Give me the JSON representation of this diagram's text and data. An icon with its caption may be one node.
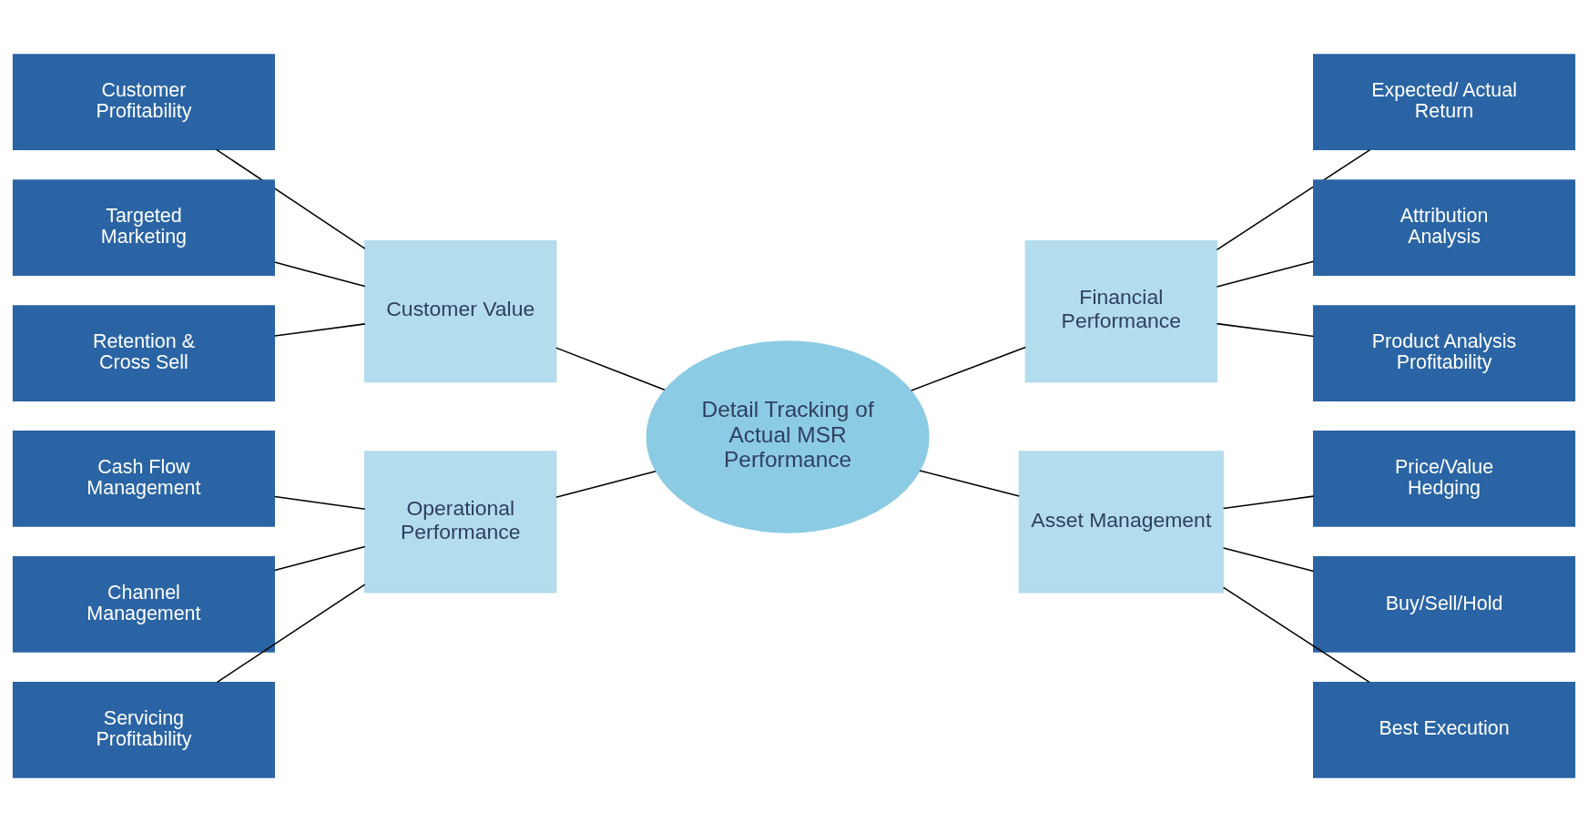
{
  "diagram": {
    "nodes": [
      {
        "text": [
          "Detail Tracking of Actual MSR Performance"
        ]
      },
      {
        "text": [
          "Customer Value"
        ]
      },
      {
        "text": [
          "Financial Performance"
        ]
      },
      {
        "text": [
          "Operational Performance"
        ]
      },
      {
        "text": [
          "Asset Management"
        ]
      },
      {
        "text": [
          "Customer Profitability"
        ]
      },
      {
        "text": [
          "Targeted Marketing"
        ]
      },
      {
        "text": [
          "Retention & Cross Sell"
        ]
      },
      {
        "text": [
          "Expected/ Actual Return"
        ]
      },
      {
        "text": [
          "Attribution Analysis"
        ]
      },
      {
        "text": [
          "Product Analysis Profitability"
        ]
      },
      {
        "text": [
          "Cash Flow Management"
        ]
      },
      {
        "text": [
          "Channel Management"
        ]
      },
      {
        "text": [
          "Servicing Profitability"
        ]
      },
      {
        "text": [
          "Price/Value Hedging"
        ]
      },
      {
        "text": [
          "Buy/Sell/Hold"
        ]
      },
      {
        "text": [
          "Best Execution"
        ]
      }
    ],
    "edges": [
      {
        "from": 0,
        "to": 1,
        "arrow": "none"
      },
      {
        "from": 0,
        "to": 2,
        "arrow": "none"
      },
      {
        "from": 0,
        "to": 3,
        "arrow": "none"
      },
      {
        "from": 0,
        "to": 4,
        "arrow": "none"
      },
      {
        "from": 1,
        "to": 5,
        "arrow": "none"
      },
      {
        "from": 1,
        "to": 6,
        "arrow": "none"
      },
      {
        "from": 1,
        "to": 7,
        "arrow": "none"
      },
      {
        "from": 2,
        "to": 8,
        "arrow": "none"
      },
      {
        "from": 2,
        "to": 9,
        "arrow": "none"
      },
      {
        "from": 2,
        "to": 10,
        "arrow": "none"
      },
      {
        "from": 3,
        "to": 11,
        "arrow": "none"
      },
      {
        "from": 3,
        "to": 12,
        "arrow": "none"
      },
      {
        "from": 3,
        "to": 13,
        "arrow": "none"
      },
      {
        "from": 4,
        "to": 14,
        "arrow": "none"
      },
      {
        "from": 4,
        "to": 15,
        "arrow": "none"
      },
      {
        "from": 4,
        "to": 16,
        "arrow": "none"
      }
    ]
  }
}
